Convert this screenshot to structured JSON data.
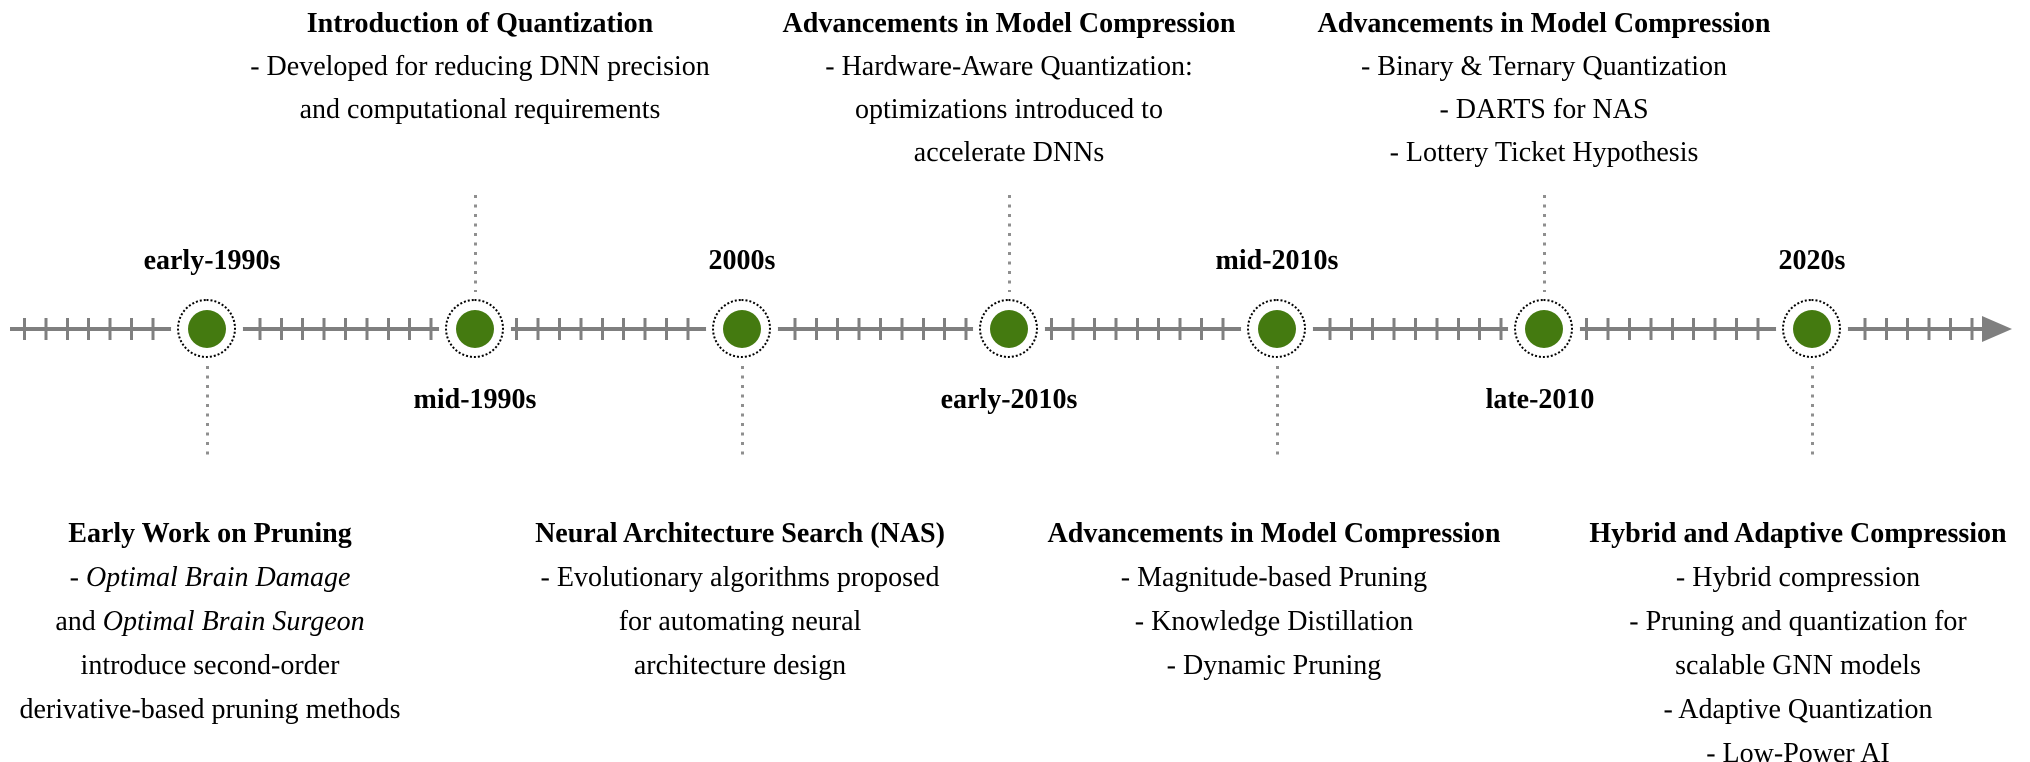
{
  "colors": {
    "node_green": "#447a10",
    "axis_gray": "#7f7f7f",
    "connector_gray": "#8f8f8f",
    "ring_black": "#000000"
  },
  "timeline": {
    "labels": [
      {
        "text": "early-1990s",
        "position": "above"
      },
      {
        "text": "mid-1990s",
        "position": "below"
      },
      {
        "text": "2000s",
        "position": "above"
      },
      {
        "text": "early-2010s",
        "position": "below"
      },
      {
        "text": "mid-2010s",
        "position": "above"
      },
      {
        "text": "late-2010",
        "position": "below"
      },
      {
        "text": "2020s",
        "position": "above"
      }
    ]
  },
  "top_blocks": [
    {
      "title": "Introduction of Quantization",
      "lines": [
        "- Developed for reducing DNN precision",
        "and computational requirements"
      ]
    },
    {
      "title": "Advancements in Model Compression",
      "lines": [
        "- Hardware-Aware Quantization:",
        "optimizations introduced to",
        "accelerate DNNs"
      ]
    },
    {
      "title": "Advancements in Model Compression",
      "lines": [
        "- Binary & Ternary Quantization",
        "- DARTS for NAS",
        "- Lottery Ticket Hypothesis"
      ]
    }
  ],
  "bottom_blocks": [
    {
      "title": "Early Work on Pruning",
      "italic_line_1": {
        "prefix": "- ",
        "italic": "Optimal Brain Damage"
      },
      "italic_line_2": {
        "prefix": "and ",
        "italic": "Optimal Brain Surgeon"
      },
      "lines": [
        "introduce second-order",
        "derivative-based pruning methods"
      ]
    },
    {
      "title": "Neural Architecture Search (NAS)",
      "lines": [
        "- Evolutionary algorithms proposed",
        "for automating neural",
        "architecture design"
      ]
    },
    {
      "title": "Advancements in Model Compression",
      "lines": [
        "- Magnitude-based Pruning",
        "- Knowledge Distillation",
        "- Dynamic Pruning"
      ]
    },
    {
      "title": "Hybrid and Adaptive Compression",
      "lines": [
        "- Hybrid compression",
        "- Pruning and quantization for",
        "scalable GNN models",
        "- Adaptive Quantization",
        "- Low-Power AI"
      ]
    }
  ]
}
